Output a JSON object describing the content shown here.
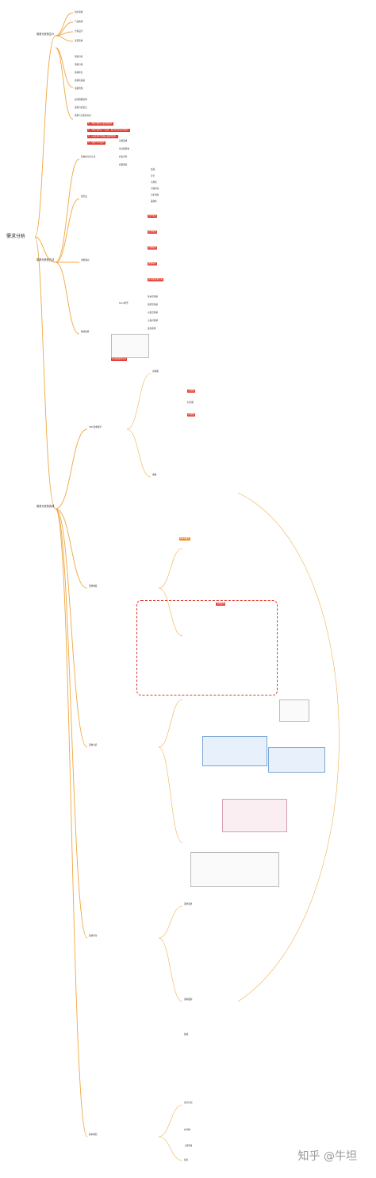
{
  "root": "需求分析",
  "level1": [
    "需求分析的意义",
    "需求分析的方法",
    "需求分析的实践"
  ],
  "sections": {
    "meaning_items": [
      "用户需求",
      "产品需求",
      "方案设计",
      "项目需求"
    ],
    "meaning_sub": [
      "需求分析",
      "需求分类",
      "需求评估",
      "需求优先级",
      "需求管理"
    ],
    "understand": [
      "如何理解需求",
      "需求分析要点",
      "需求与方案的关系"
    ],
    "highlights": [
      "1、【用户要的不是他说的】",
      "2、【用户说的不一定对，要分析背后的动机】",
      "3、【关注用户的真实需求场景】",
      "4、【用户不可信】"
    ],
    "method_a": [
      "结构化分析方法",
      "原型法",
      "用例驱动",
      "敏捷建模"
    ],
    "method_b": [
      "功能需求",
      "非功能需求",
      "约束条件",
      "质量属性",
      "性能",
      "安全",
      "可用性",
      "可维护性",
      "可扩展性",
      "兼容性"
    ],
    "red_boxes": [
      "用户模型",
      "业务模型",
      "功能模型",
      "数据模型",
      "非功能需求分析"
    ],
    "kano": [
      "Kano模型",
      "基本型需求",
      "期望型需求",
      "兴奋型需求",
      "无差异需求",
      "反向需求"
    ],
    "uml": [
      "UML需求模型",
      "用例图",
      "活动图",
      "时序图",
      "状态图",
      "类图"
    ],
    "practice": [
      "需求收集",
      "需求分析",
      "需求评审",
      "需求变更",
      "需求跟踪",
      "验收"
    ],
    "bottom": [
      "版本规划",
      "迭代计划",
      "交付物",
      "上线准备",
      "复盘"
    ]
  },
  "watermark": "知乎 @牛坦"
}
